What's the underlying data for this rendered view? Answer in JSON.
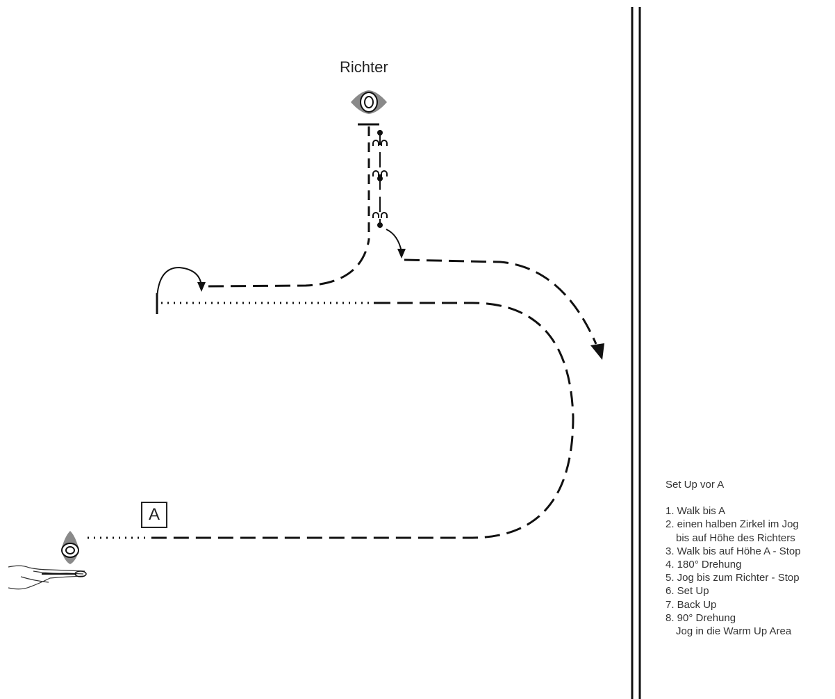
{
  "labels": {
    "judge": "Richter",
    "marker": "A"
  },
  "legend": {
    "heading": "Set Up vor A",
    "steps": [
      "1. Walk bis A",
      "2. einen halben Zirkel im Jog",
      "bis auf Höhe des Richters",
      "3. Walk bis auf Höhe A - Stop",
      "4. 180° Drehung",
      "5. Jog bis zum Richter - Stop",
      "6. Set Up",
      "7. Back Up",
      "8. 90° Drehung",
      "Jog in die Warm Up Area"
    ]
  },
  "icons": {
    "judge": "judge-topview-icon",
    "rider": "rider-topview-icon",
    "horse": "horse-topview-icon"
  },
  "colors": {
    "line": "#111111",
    "icon_shadow": "#8a8a8a"
  }
}
